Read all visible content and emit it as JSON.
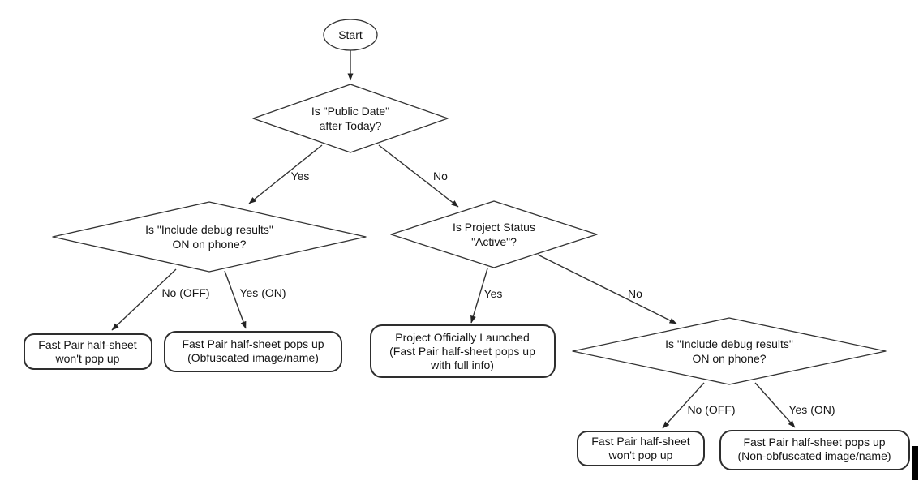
{
  "diagram": {
    "background": "#ffffff",
    "stroke_color": "#333333",
    "text_color": "#141414",
    "cursor_bar_color": "#000000",
    "nodes": {
      "start": {
        "type": "ellipse",
        "label": "Start"
      },
      "q_public_date": {
        "type": "decision",
        "lines": [
          "Is \"Public Date\"",
          "after Today?"
        ]
      },
      "q_debug_left": {
        "type": "decision",
        "lines": [
          "Is \"Include debug results\"",
          "ON on phone?"
        ]
      },
      "q_status": {
        "type": "decision",
        "lines": [
          "Is Project Status",
          "\"Active\"?"
        ]
      },
      "q_debug_right": {
        "type": "decision",
        "lines": [
          "Is \"Include debug results\"",
          "ON on phone?"
        ]
      },
      "result_no_popup_left": {
        "type": "terminal",
        "lines": [
          "Fast Pair half-sheet",
          "won't pop up"
        ]
      },
      "result_obfuscated": {
        "type": "terminal",
        "lines": [
          "Fast Pair half-sheet pops up",
          "(Obfuscated image/name)"
        ]
      },
      "result_launched": {
        "type": "terminal",
        "lines": [
          "Project Officially Launched",
          "(Fast Pair half-sheet pops up",
          "with full info)"
        ]
      },
      "result_no_popup_right": {
        "type": "terminal",
        "lines": [
          "Fast Pair half-sheet",
          "won't pop up"
        ]
      },
      "result_non_obfuscated": {
        "type": "terminal",
        "lines": [
          "Fast Pair half-sheet pops up",
          "(Non-obfuscated image/name)"
        ]
      }
    },
    "edge_labels": {
      "public_date_yes": "Yes",
      "public_date_no": "No",
      "debug_left_no": "No (OFF)",
      "debug_left_yes": "Yes (ON)",
      "status_yes": "Yes",
      "status_no": "No",
      "debug_right_no": "No (OFF)",
      "debug_right_yes": "Yes (ON)"
    }
  }
}
